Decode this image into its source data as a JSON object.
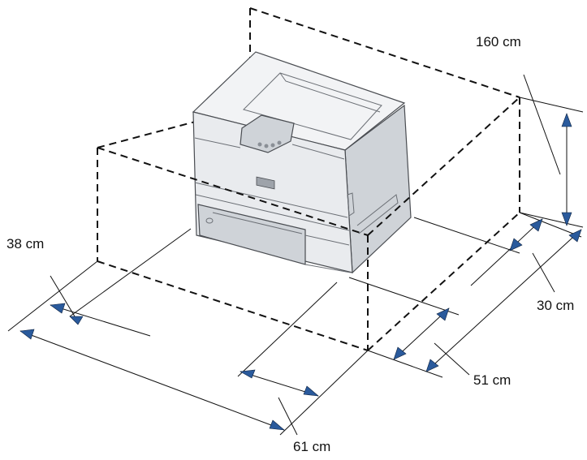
{
  "dimensions": {
    "top_clearance": "160 cm",
    "left_clearance": "38 cm",
    "right_clearance": "30 cm",
    "rear_clearance": "51 cm",
    "front_clearance": "61 cm"
  },
  "colors": {
    "arrow_fill": "#2a5a9c",
    "line": "#111111",
    "printer_body": "#e9ebee"
  }
}
